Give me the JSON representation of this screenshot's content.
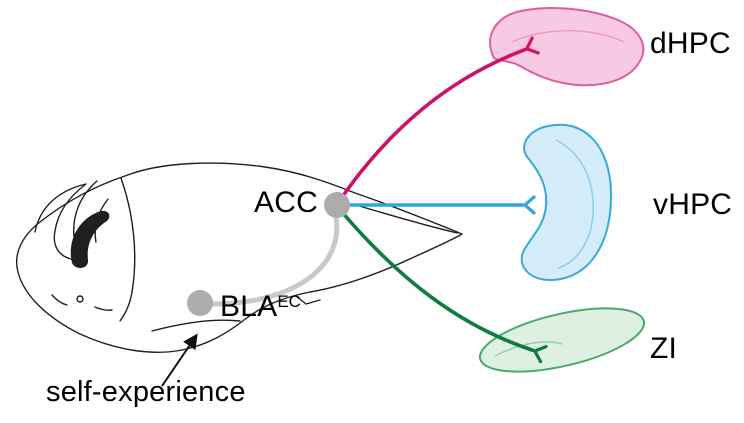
{
  "figure": {
    "description": "Sagittal mouse brain circuit diagram with ACC projections to dHPC, vHPC and ZI, and BLA input labeled self-experience"
  },
  "labels": {
    "acc": "ACC",
    "bla": "BLA",
    "bla_sup": "EC",
    "self_experience": "self-experience",
    "dhpc": "dHPC",
    "vhpc": "vHPC",
    "zi": "ZI"
  },
  "colors": {
    "dhpc_line": "#d01168",
    "dhpc_fill": "#f8c9e2",
    "dhpc_stroke": "#df5ba2",
    "dhpc_inner": "#ec9bc8",
    "vhpc_line": "#2ea7e0",
    "vhpc_fill": "#d5edfa",
    "vhpc_stroke": "#3aa8da",
    "vhpc_inner": "#8ecdec",
    "zi_line": "#0d7c3d",
    "zi_fill": "#def0e1",
    "zi_stroke": "#4aa86c",
    "zi_inner": "#9accab",
    "node": "#acacac",
    "connector": "#c9c9c9",
    "outline": "#1f1f1f",
    "arrow": "#111111",
    "text": "#000000"
  }
}
